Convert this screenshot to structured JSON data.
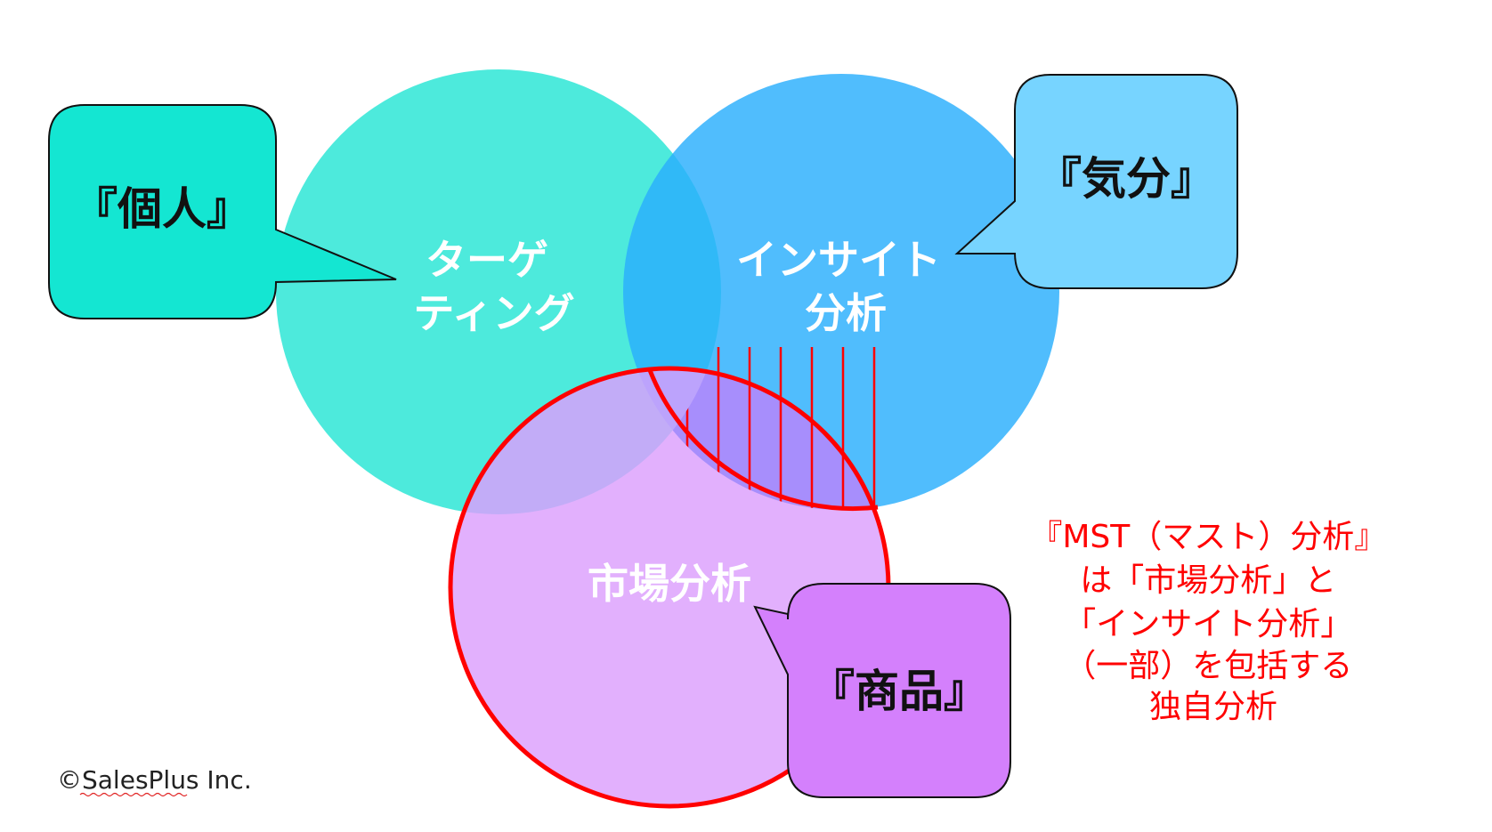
{
  "circles": {
    "targeting": {
      "lines": [
        "ターゲ",
        "ティング"
      ],
      "color": "#2ee6d6"
    },
    "insight": {
      "lines": [
        "インサイト",
        "分析"
      ],
      "color": "#4dbbfa"
    },
    "market": {
      "lines": [
        "市場分析"
      ],
      "color": "#dfa7fb",
      "outline_color": "#ff0000"
    }
  },
  "callouts": {
    "individual": {
      "text": "『個人』",
      "color": "#14e6d2"
    },
    "mood": {
      "text": "『気分』",
      "color": "#77d4ff"
    },
    "product": {
      "text": "『商品』",
      "color": "#d480fc"
    }
  },
  "note": {
    "lines": [
      "『MST（マスト）分析』",
      "は「市場分析」と",
      "「インサイト分析」",
      "（一部）を包括する",
      "独自分析"
    ],
    "color": "#ff0000"
  },
  "copyright": "©SalesPlus Inc."
}
